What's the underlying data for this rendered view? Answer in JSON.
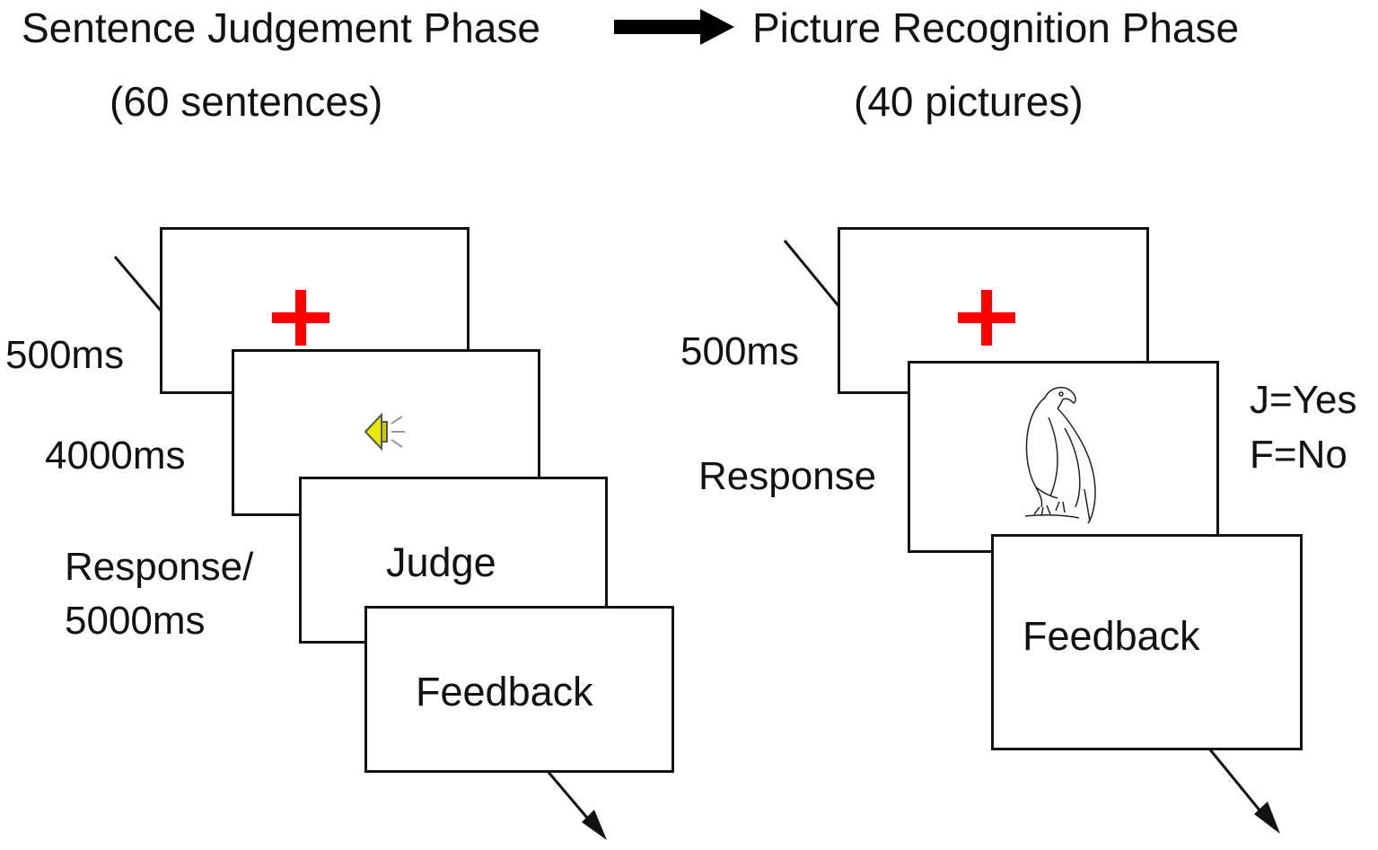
{
  "sentence_phase": {
    "title": "Sentence Judgement Phase",
    "count": "(60 sentences)",
    "durations": {
      "fixation": "500ms",
      "audio": "4000ms",
      "response_line1": "Response/",
      "response_line2": "5000ms"
    },
    "screens": {
      "judge": "Judge",
      "feedback": "Feedback"
    },
    "icons": [
      "fixation-cross-icon",
      "speaker-icon",
      "arrow-icon"
    ]
  },
  "picture_phase": {
    "title": "Picture Recognition Phase",
    "count": "(40 pictures)",
    "durations": {
      "fixation": "500ms",
      "response": "Response"
    },
    "keys": {
      "yes": "J=Yes",
      "no": "F=No"
    },
    "screens": {
      "feedback": "Feedback"
    },
    "icons": [
      "fixation-cross-icon",
      "eagle-icon",
      "arrow-icon"
    ]
  },
  "colors": {
    "fixation_cross": "#ff0000",
    "speaker": "#e8e800",
    "line": "#111111"
  }
}
